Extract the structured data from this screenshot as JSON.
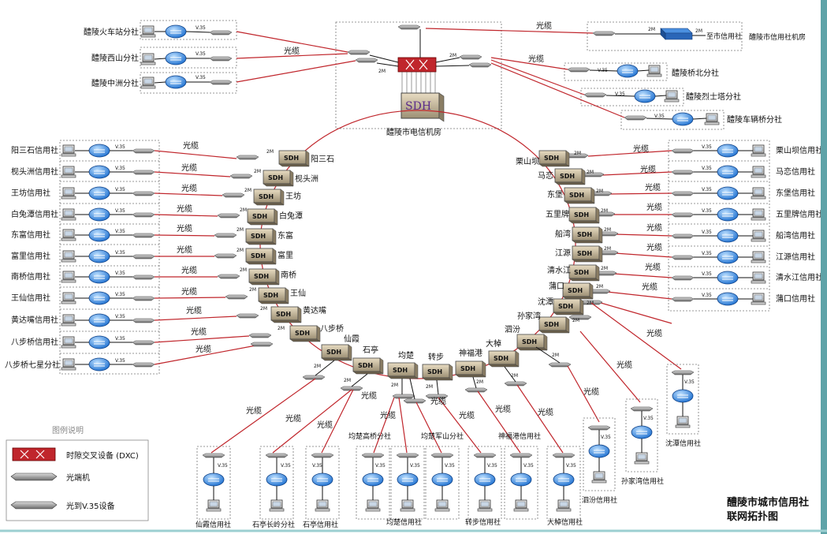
{
  "title": [
    "醴陵市城市信用社",
    "联网拓扑图"
  ],
  "center": {
    "label": "醴陵市电信机房",
    "sdh": "SDH"
  },
  "top_left_branches": [
    "醴陵火车站分社",
    "醴陵西山分社",
    "醴陵中洲分社"
  ],
  "top_right": {
    "hq": "至市信用社",
    "hq_room": "醴陵市信用社机房"
  },
  "top_right_branches": [
    "醴陵桥北分社",
    "醴陵烈士塔分社",
    "醴陵车辆桥分社"
  ],
  "left_coops": [
    "阳三石信用社",
    "枧头洲信用社",
    "王坊信用社",
    "白兔潭信用社",
    "东富信用社",
    "富里信用社",
    "南桥信用社",
    "王仙信用社",
    "黄达嘴信用社",
    "八步桥信用社",
    "八步桥七星分社"
  ],
  "left_nodes": [
    "阳三石",
    "枧头洲",
    "王坊",
    "白兔潭",
    "东富",
    "富里",
    "南桥",
    "王仙",
    "黄达嘴",
    "八步桥"
  ],
  "right_coops": [
    "栗山坝信用社",
    "马恋信用社",
    "东堡信用社",
    "五里牌信用社",
    "船湾信用社",
    "江源信用社",
    "清水江信用社",
    "蒲口信用社"
  ],
  "right_nodes": [
    "栗山坝",
    "马恋",
    "东堡",
    "五里牌",
    "船湾",
    "江源",
    "清水江",
    "蒲口",
    "沈潭",
    "孙家湾"
  ],
  "bottom_nodes": [
    "泗汾",
    "大棹",
    "神福港",
    "转步",
    "均楚",
    "石亭",
    "仙霞"
  ],
  "bottom_coops": [
    "仙霞信用社",
    "石亭长岭分社",
    "石亭信用社",
    "均楚高桥分社",
    "均楚信用社",
    "均楚军山分社",
    "转步信用社",
    "神福港信用社",
    "大棹信用社",
    "泗汾信用社",
    "孙家湾信用社",
    "沈潭信用社"
  ],
  "link_text": {
    "cable": "光缆",
    "mbps": "2M",
    "v35": "V.35"
  },
  "legend": {
    "title": "图例说明",
    "items": [
      "时隙交叉设备 (DXC)",
      "光端机",
      "光到V.35设备"
    ]
  }
}
